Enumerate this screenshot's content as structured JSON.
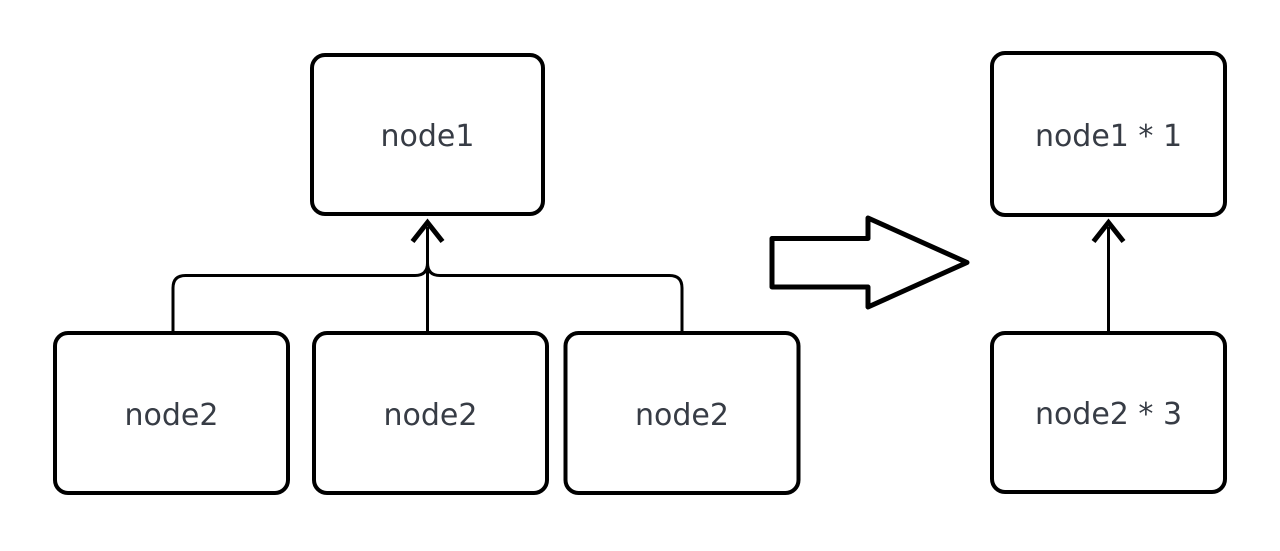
{
  "diagram": {
    "left_tree": {
      "parent_label": "node1",
      "children_labels": [
        "node2",
        "node2",
        "node2"
      ]
    },
    "right_tree": {
      "parent_label": "node1 * 1",
      "child_label": "node2 * 3"
    },
    "icons": {
      "transform_arrow": "right-block-arrow",
      "edge_arrowheads": "up-arrow"
    },
    "colors": {
      "background": "#ffffff",
      "stroke": "#000000",
      "text": "#373c45"
    }
  }
}
